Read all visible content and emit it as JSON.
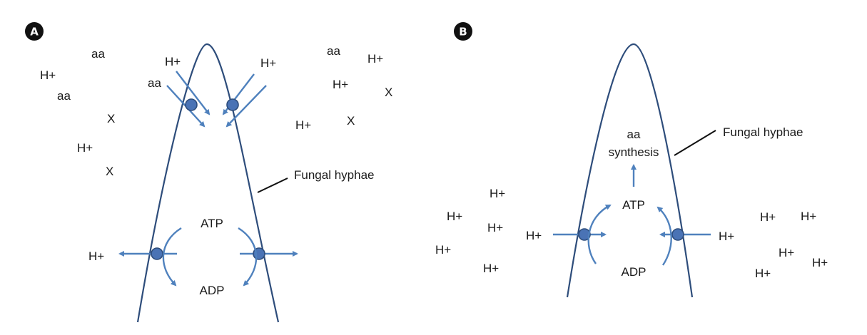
{
  "panels": [
    {
      "letter": "A",
      "hyphae_label": "Fungal hyphae",
      "outside_labels": [
        "aa",
        "H+",
        "aa",
        "X",
        "H+",
        "X",
        "aa",
        "H+",
        "X",
        "H+",
        "X",
        "H+",
        "H+",
        "aa",
        "H+",
        "H+"
      ],
      "energy": {
        "atp": "ATP",
        "adp": "ADP"
      }
    },
    {
      "letter": "B",
      "hyphae_label": "Fungal hyphae",
      "synthesis": {
        "line1": "aa",
        "line2": "synthesis"
      },
      "outside_labels": [
        "H+",
        "H+",
        "H+",
        "H+",
        "H+",
        "H+",
        "H+",
        "H+",
        "H+",
        "H+",
        "H+",
        "H+"
      ],
      "energy": {
        "atp": "ATP",
        "adp": "ADP"
      }
    }
  ],
  "colors": {
    "hyphae_outline": "#2e4d7b",
    "arrow": "#4f81bd",
    "transporter": "#4a73b5",
    "badge": "#111111"
  }
}
